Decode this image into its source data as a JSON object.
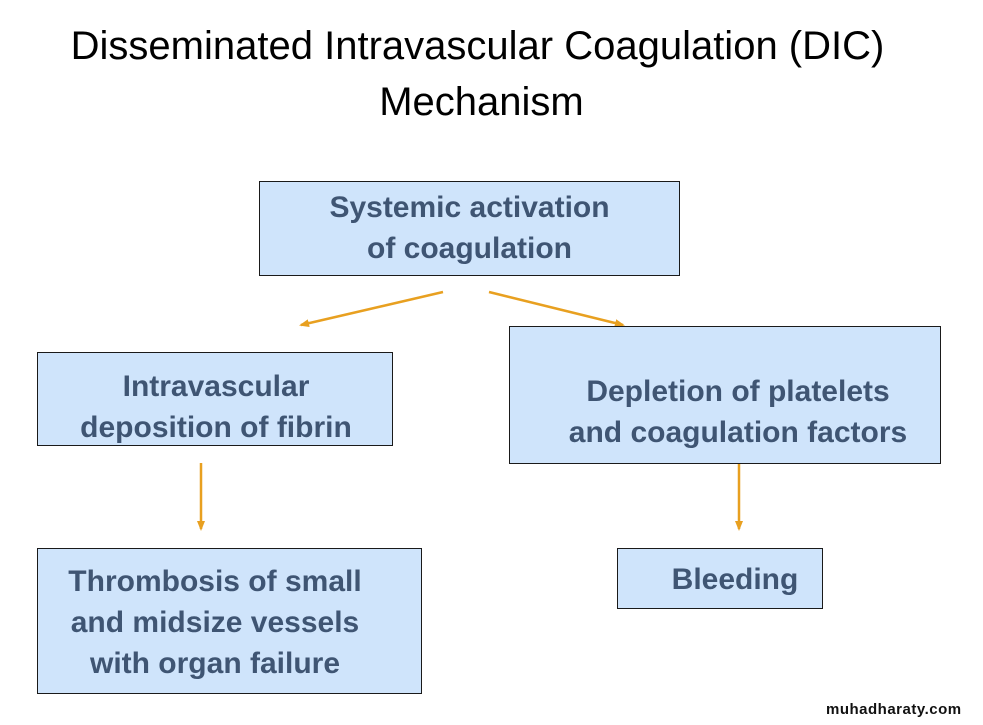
{
  "slide": {
    "title_line1": "Disseminated Intravascular Coagulation (DIC)",
    "title_line2": "Mechanism"
  },
  "diagram": {
    "nodes": [
      {
        "id": "systemic",
        "text": "Systemic activation\nof coagulation"
      },
      {
        "id": "fibrin",
        "text": "Intravascular\ndeposition of fibrin"
      },
      {
        "id": "depletion",
        "text": "Depletion of platelets\nand coagulation factors"
      },
      {
        "id": "thrombosis",
        "text": "Thrombosis of small\nand midsize vessels\nwith organ failure"
      },
      {
        "id": "bleeding",
        "text": "Bleeding"
      }
    ],
    "edges": [
      {
        "from": "systemic",
        "to": "fibrin"
      },
      {
        "from": "systemic",
        "to": "depletion"
      },
      {
        "from": "fibrin",
        "to": "thrombosis"
      },
      {
        "from": "depletion",
        "to": "bleeding"
      }
    ]
  },
  "colors": {
    "box_fill": "#cfe4fb",
    "box_text": "#3f5573",
    "arrow": "#e8a020"
  },
  "watermark": "muhadharaty.com"
}
